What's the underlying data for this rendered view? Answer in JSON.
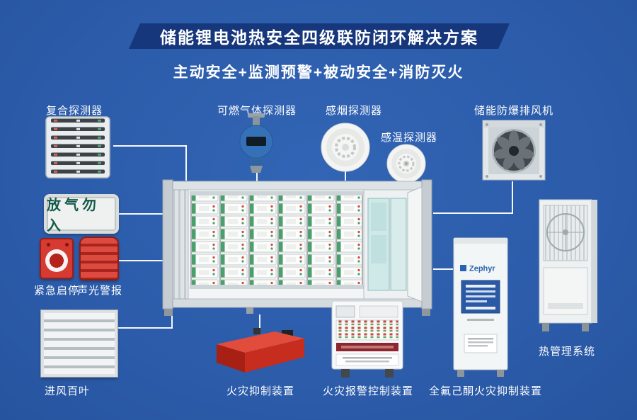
{
  "header": {
    "title": "储能锂电池热安全四级联防闭环解决方案",
    "subtitle": "主动安全+监测预警+被动安全+消防灭火"
  },
  "devices": {
    "composite_detector": {
      "label": "复合探测器"
    },
    "gas_detector": {
      "label": "可燃气体探测器"
    },
    "smoke_detector": {
      "label": "感烟探测器"
    },
    "temp_detector": {
      "label": "感温探测器"
    },
    "exhaust_fan": {
      "label": "储能防爆排风机"
    },
    "warning_sign": {
      "text": "放气勿入"
    },
    "emergency_stop": {
      "label": "紧急启停"
    },
    "sound_light_alarm": {
      "label": "声光警报"
    },
    "air_louver": {
      "label": "进风百叶"
    },
    "fire_suppression": {
      "label": "火灾抑制装置"
    },
    "fire_alarm_panel": {
      "label": "火灾报警控制装置"
    },
    "pfh_fire_suppression": {
      "label": "全氟己酮火灾抑制装置",
      "brand": "Zephyr"
    },
    "thermal_management": {
      "label": "热管理系统"
    }
  },
  "colors": {
    "background": "#2d5fae",
    "banner": "#16377c",
    "alarm_red": "#d63a30",
    "suppression_red": "#c72d1f",
    "battery_green": "#49a06a",
    "cabinet_teal": "#cfe9e8",
    "brand_blue": "#2a62b0"
  }
}
